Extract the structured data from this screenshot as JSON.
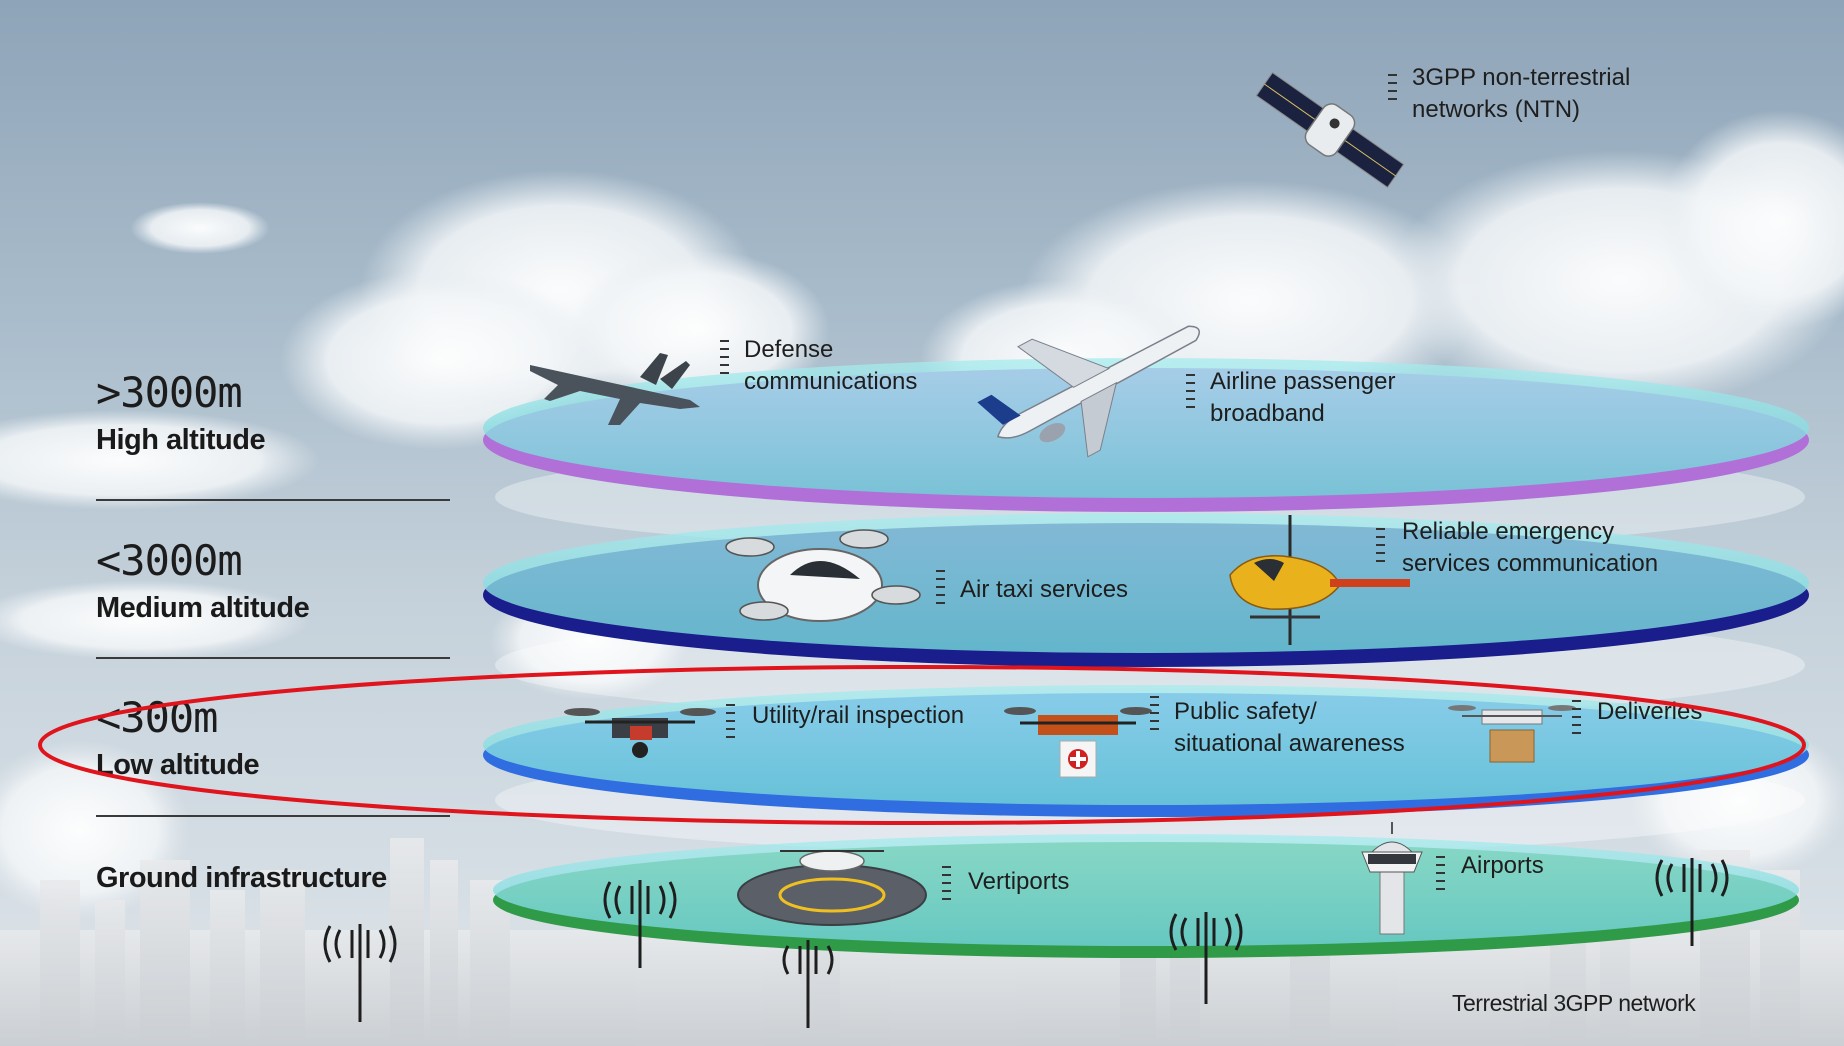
{
  "altitudes": {
    "high": {
      "value": ">3000m",
      "name": "High altitude"
    },
    "medium": {
      "value": "<3000m",
      "name": "Medium altitude"
    },
    "low": {
      "value": "<300m",
      "name": "Low altitude"
    },
    "ground": {
      "name": "Ground infrastructure"
    }
  },
  "labels": {
    "ntn": {
      "line1": "3GPP non-terrestrial",
      "line2": "networks (NTN)"
    },
    "defense": {
      "line1": "Defense",
      "line2": "communications"
    },
    "airline": {
      "line1": "Airline passenger",
      "line2": "broadband"
    },
    "air_taxi": {
      "line1": "Air taxi services"
    },
    "emergency": {
      "line1": "Reliable emergency",
      "line2": "services communication"
    },
    "utility": {
      "line1": "Utility/rail inspection"
    },
    "public_safety": {
      "line1": "Public safety/",
      "line2": "situational awareness"
    },
    "deliveries": {
      "line1": "Deliveries"
    },
    "vertiports": {
      "line1": "Vertiports"
    },
    "airports": {
      "line1": "Airports"
    }
  },
  "footer": {
    "network": "Terrestrial 3GPP network"
  },
  "icons": [
    "satellite-icon",
    "fighter-jet-icon",
    "airliner-icon",
    "air-taxi-icon",
    "helicopter-icon",
    "inspection-drone-icon",
    "safety-drone-icon",
    "delivery-drone-icon",
    "vertiport-icon",
    "control-tower-icon",
    "cell-tower-icon"
  ],
  "colors": {
    "high_ring": "#b070d8",
    "medium_ring": "#1a1e8c",
    "low_ring": "#2f6de0",
    "ground_ring": "#2f9a48",
    "disc_fill": "#8fe0e4",
    "highlight": "#e0141c"
  }
}
